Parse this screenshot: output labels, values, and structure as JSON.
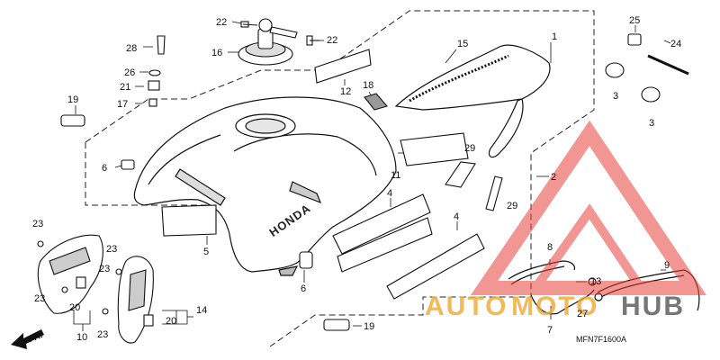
{
  "diagram": {
    "part_code": "MFN7F1600A",
    "front_arrow_label": "FR.",
    "tank_logo_text": "HONDA",
    "callouts": {
      "c1": "1",
      "c2": "2",
      "c3a": "3",
      "c3b": "3",
      "c4a": "4",
      "c4b": "4",
      "c5": "5",
      "c6a": "6",
      "c6b": "6",
      "c7": "7",
      "c8": "8",
      "c9": "9",
      "c10": "10",
      "c11": "11",
      "c12": "12",
      "c13": "13",
      "c14": "14",
      "c15": "15",
      "c16": "16",
      "c17": "17",
      "c18": "18",
      "c19a": "19",
      "c19b": "19",
      "c20a": "20",
      "c20b": "20",
      "c21": "21",
      "c22a": "22",
      "c22b": "22",
      "c23a": "23",
      "c23b": "23",
      "c23c": "23",
      "c23d": "23",
      "c23e": "23",
      "c24": "24",
      "c25": "25",
      "c26": "26",
      "c27": "27",
      "c28": "28",
      "c29a": "29",
      "c29b": "29"
    }
  },
  "watermark": {
    "text_a": "AUTO",
    "text_b": "MOTO",
    "text_c": "HUB",
    "color_triangle": "#e8413c",
    "color_text": "#f0a830",
    "color_text_dark": "#555555"
  }
}
